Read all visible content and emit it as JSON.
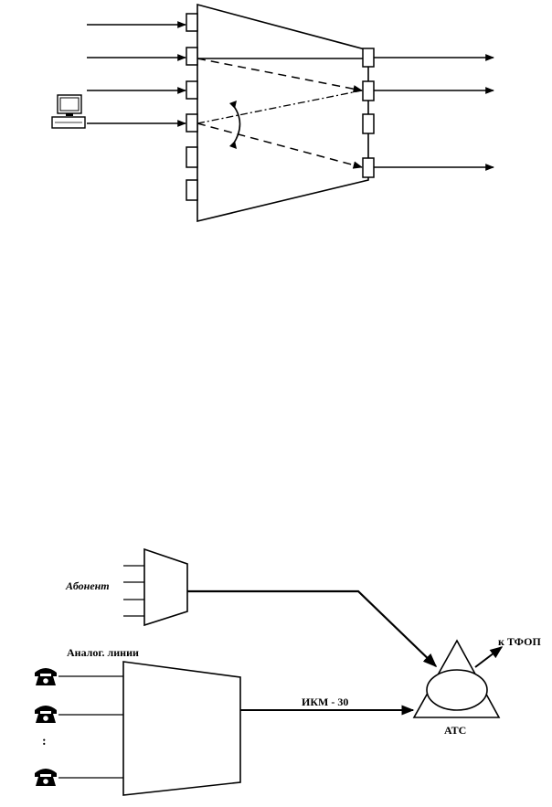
{
  "labels": {
    "subscriber": "Абонент",
    "analog_lines": "Аналог. линии",
    "pcm": "ИКМ - 30",
    "exchange": "АТС",
    "to_pstn": "к ТФОП",
    "ellipsis": ":"
  },
  "icons": {
    "computer": "desktop-computer-icon",
    "phone": "telephone-icon"
  },
  "colors": {
    "stroke": "#000000",
    "background": "#ffffff"
  }
}
